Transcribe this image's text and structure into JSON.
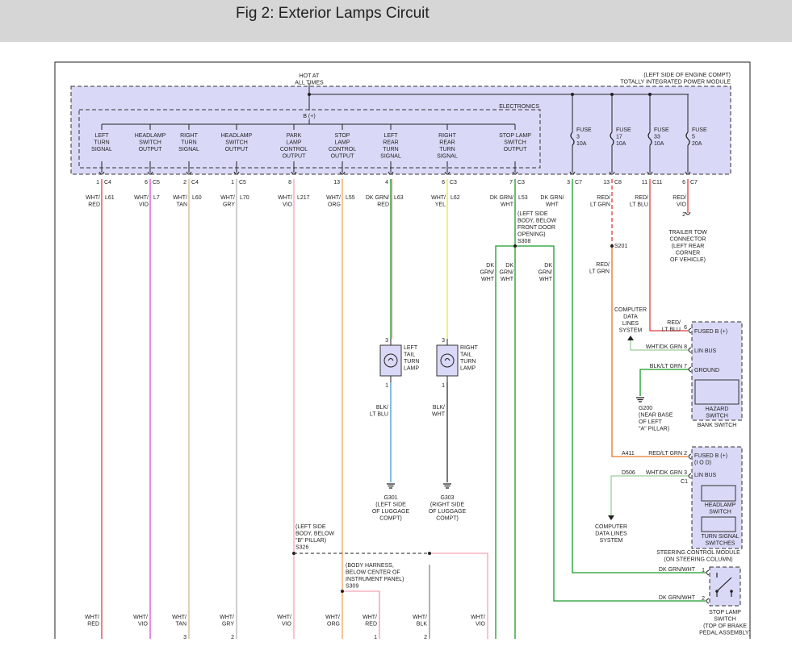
{
  "page": {
    "title": "Fig 2: Exterior Lamps Circuit"
  },
  "colors": {
    "module_fill": "#d9d9f7",
    "red": "#e33b3b",
    "pink": "#f3a3b3",
    "violet": "#d94fd0",
    "tan": "#cfb98a",
    "gray": "#b5b5b5",
    "orange": "#f2a35a",
    "green": "#1a9a2a",
    "blue": "#3b9bd9",
    "yellow": "#e6e635",
    "black": "#333333",
    "orange_red": "#e07a2a"
  },
  "power_module": {
    "hot_label": "HOT AT\nALL TIMES",
    "side_label": "(LEFT SIDE OF ENGINE COMPT)\nTOTALLY INTEGRATED POWER MODULE",
    "electronics_label": "ELECTRONICS",
    "bplus_label": "B (+)",
    "outputs": [
      {
        "name": "LEFT\nTURN\nSIGNAL",
        "pin": "1",
        "conn": "C4"
      },
      {
        "name": "HEADLAMP\nSWITCH\nOUTPUT",
        "pin": "6",
        "conn": "C5"
      },
      {
        "name": "RIGHT\nTURN\nSIGNAL",
        "pin": "2",
        "conn": "C4"
      },
      {
        "name": "HEADLAMP\nSWITCH\nOUTPUT",
        "pin": "1",
        "conn": "C5"
      },
      {
        "name": "PARK\nLAMP\nCONTROL\nOUTPUT",
        "pin": "8",
        "conn": ""
      },
      {
        "name": "STOP\nLAMP\nCONTROL\nOUTPUT",
        "pin": "13",
        "conn": ""
      },
      {
        "name": "LEFT\nREAR\nTURN\nSIGNAL",
        "pin": "4",
        "conn": ""
      },
      {
        "name": "RIGHT\nREAR\nTURN\nSIGNAL",
        "pin": "6",
        "conn": "C3"
      },
      {
        "name": "STOP LAMP\nSWITCH\nOUTPUT",
        "pin": "7",
        "conn": "C3"
      }
    ],
    "fuses": [
      {
        "label": "FUSE\n3\n10A",
        "pin": "3",
        "conn": "C7"
      },
      {
        "label": "FUSE\n17\n10A",
        "pin": "13",
        "conn": "C8"
      },
      {
        "label": "FUSE\n33\n10A",
        "pin": "11",
        "conn": "C11"
      },
      {
        "label": "FUSE\n5\n20A",
        "pin": "6",
        "conn": "C7"
      }
    ]
  },
  "wires_top": [
    {
      "label": "WHT/\nRED",
      "code": "L61"
    },
    {
      "label": "WHT/\nVIO",
      "code": "L7"
    },
    {
      "label": "WHT/\nTAN",
      "code": "L60"
    },
    {
      "label": "WHT/\nGRY",
      "code": "L70"
    },
    {
      "label": "WHT/\nVIO",
      "code": "L217"
    },
    {
      "label": "WHT/\nORG",
      "code": "L55"
    },
    {
      "label": "DK GRN/\nRED",
      "code": "L63"
    },
    {
      "label": "WHT/\nYEL",
      "code": "L62"
    },
    {
      "label": "DK GRN/\nWHT",
      "code": "L53"
    },
    {
      "label": "DK GRN/\nWHT",
      "code": ""
    },
    {
      "label": "RED/\nLT GRN",
      "code": ""
    },
    {
      "label": "RED/\nLT BLU",
      "code": ""
    },
    {
      "label": "RED/\nVIO",
      "code": ""
    }
  ],
  "splices": {
    "s308": "(LEFT SIDE\nBODY, BELOW\nFRONT DOOR\nOPENING)\nS308",
    "s201": "S201",
    "s326": "(LEFT SIDE\nBODY, BELOW\n\"B\" PILLAR)\nS326",
    "s309": "(BODY HARNESS,\nBELOW CENTER OF\nINSTRUMENT PANEL)\nS309"
  },
  "s308_branches": [
    "DK\nGRN/\nWHT",
    "DK\nGRN/\nWHT",
    "DK\nGRN/\nWHT"
  ],
  "s201_below": "RED/\nLT GRN",
  "trailer": "TRAILER TOW\nCONNECTOR\n(LEFT REAR\nCORNER\nOF VEHICLE)",
  "trailer_pin": "2",
  "lamps": {
    "left": {
      "name": "LEFT\nTAIL\nTURN\nLAMP",
      "pin_top": "3",
      "pin_bot": "1",
      "wire": "BLK/\nLT BLU",
      "ground": "G301\n(LEFT SIDE\nOF LUGGAGE\nCOMPT)"
    },
    "right": {
      "name": "RIGHT\nTAIL\nTURN\nLAMP",
      "pin_top": "3",
      "pin_bot": "1",
      "wire": "BLK/\nWHT",
      "ground": "G303\n(RIGHT SIDE\nOF LUGGAGE\nCOMPT)"
    }
  },
  "hazard": {
    "pins": [
      {
        "wire": "RED/\nLT BLU",
        "pin": "6",
        "label": "FUSED B (+)"
      },
      {
        "wire": "WHT/DK GRN",
        "pin": "8",
        "label": "LIN BUS"
      },
      {
        "wire": "BLK/LT GRN",
        "pin": "7",
        "label": "GROUND"
      }
    ],
    "cdl": "COMPUTER\nDATA\nLINES\nSYSTEM",
    "switch_label": "HAZARD\nSWITCH",
    "bank_label": "BANK SWITCH",
    "ground": "G200\n(NEAR BASE\nOF LEFT\n\"A\" PILLAR)"
  },
  "scm": {
    "pins": [
      {
        "circuit": "A411",
        "wire": "RED/LT GRN",
        "pin": "2",
        "label": "FUSED B (+)\n(I O D)"
      },
      {
        "circuit": "D506",
        "wire": "WHT/DK GRN",
        "pin": "3",
        "label": "LIN BUS"
      }
    ],
    "conn": "C1",
    "headlamp": "HEADLAMP\nSWITCH",
    "turn": "TURN SIGNAL\nSWITCHES",
    "title": "STEERING CONTROL MODULE\n(ON STEERING COLUMN)",
    "cdl": "COMPUTER\nDATA LINES\nSYSTEM"
  },
  "stop_switch": {
    "pins": [
      {
        "wire": "DK GRN/WHT",
        "pin": "1"
      },
      {
        "wire": "DK GRN/WHT",
        "pin": "2"
      }
    ],
    "label": "STOP LAMP\nSWITCH\n(TOP OF BRAKE\nPEDAL ASSEMBLY)"
  },
  "bottom_wires": [
    {
      "label": "WHT/\nRED",
      "pin": ""
    },
    {
      "label": "WHT/\nVIO",
      "pin": ""
    },
    {
      "label": "WHT/\nTAN",
      "pin": "3"
    },
    {
      "label": "WHT/\nGRY",
      "pin": "2"
    },
    {
      "label": "WHT/\nVIO",
      "pin": ""
    },
    {
      "label": "WHT/\nORG",
      "pin": ""
    },
    {
      "label": "WHT/\nRED",
      "pin": "1"
    },
    {
      "label": "WHT/\nBLK",
      "pin": "2"
    },
    {
      "label": "WHT/\nVIO",
      "pin": ""
    }
  ]
}
